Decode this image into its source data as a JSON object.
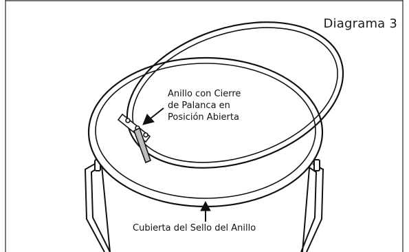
{
  "diagram": {
    "title": "Diagrama 3",
    "callout_lines": [
      "Anillo con Cierre",
      "de Palanca en",
      "Posición Abierta"
    ],
    "caption": "Cubierta del Sello del Anillo"
  },
  "colors": {
    "line": "#111111",
    "background": "#ffffff"
  }
}
